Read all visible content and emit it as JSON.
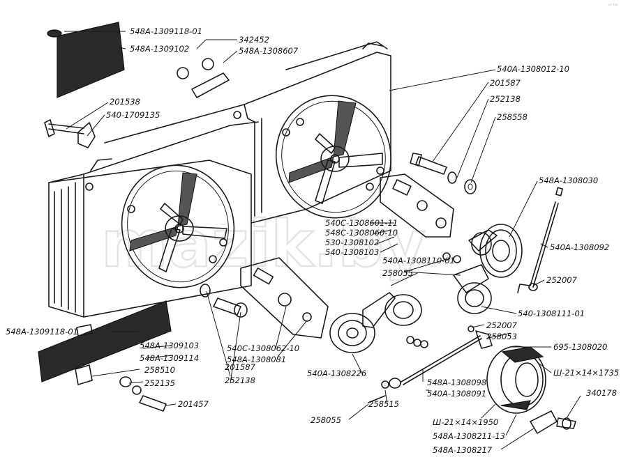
{
  "watermark": "mazik.by",
  "corner_mark": "ᶜ⁰ ᵀᵁʳ",
  "labels": {
    "l01": "548А-1309118-01",
    "l02": "548А-1309102",
    "l03": "342452",
    "l04": "548А-1308607",
    "l05": "540А-1308012-10",
    "l06": "201587",
    "l07": "252138",
    "l08": "258558",
    "l09": "201538",
    "l10": "540-1709135",
    "l11": "548А-1308030",
    "l12": "540А-1308092",
    "l13": "540С-1308601-11",
    "l14": "548С-1308060-10",
    "l15": "530-1308102",
    "l16": "540-1308103",
    "l17": "540А-1308110-01",
    "l18": "258055",
    "l19": "252007",
    "l20": "540-1308111-01",
    "l21": "252007",
    "l22": "258053",
    "l23": "548А-1309118-01",
    "l24": "548А-1309103",
    "l25": "548А-1309114",
    "l26": "258510",
    "l27": "252135",
    "l28": "201457",
    "l29": "201587",
    "l30": "252138",
    "l31": "540С-1308062-10",
    "l32": "548А-1308081",
    "l33": "540А-1308226",
    "l34": "548А-1308098",
    "l35": "540А-1308091",
    "l36": "258515",
    "l37": "258055",
    "l38": "695-1308020",
    "l39": "Ш-21×14×1735",
    "l40": "340178",
    "l41": "Ш-21×14×1950",
    "l42": "548А-1308211-13",
    "l43": "548А-1308217"
  }
}
